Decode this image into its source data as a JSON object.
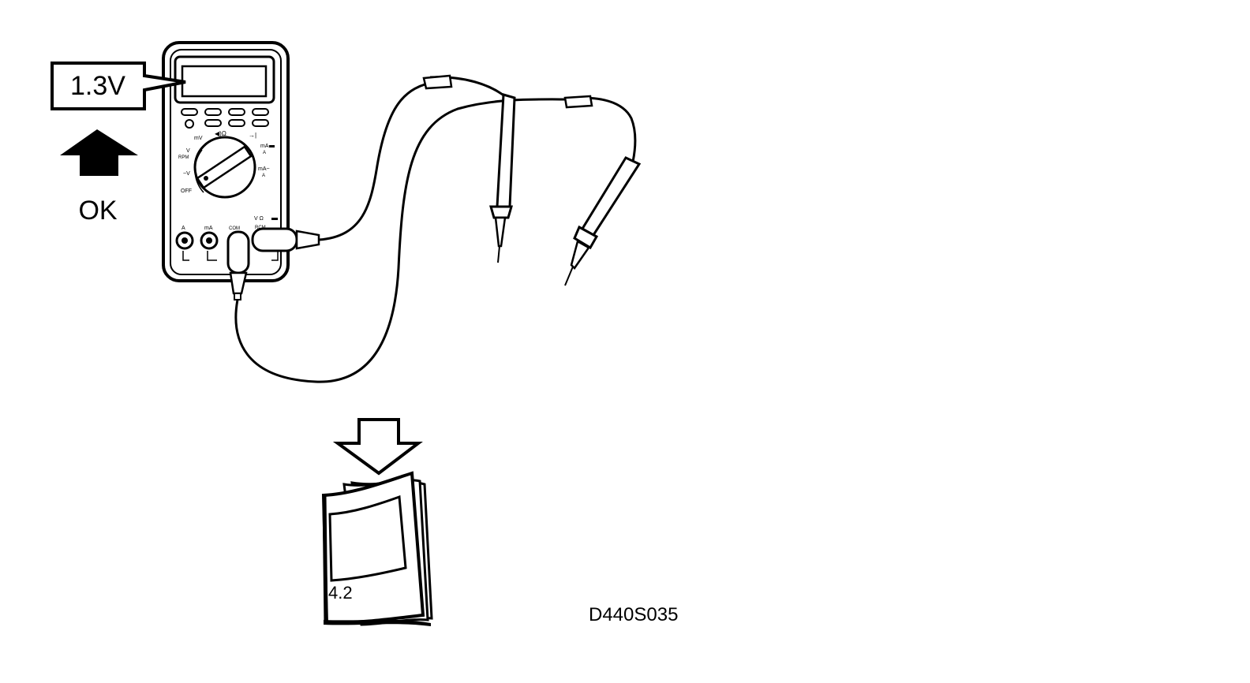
{
  "reading_callout": {
    "value": "1.3V"
  },
  "status": {
    "label": "OK"
  },
  "book": {
    "section": "4.2"
  },
  "figure_code": "D440S035",
  "meter": {
    "dial_labels": {
      "mv": "mV",
      "ohm": "◀)Ω",
      "diode": "→|",
      "ma_left": "mA",
      "ma_left_sub": "A",
      "v_rpm": "V",
      "rpm": "RPM",
      "ac_v": "~V",
      "ma_right": "mA~",
      "ma_right_sub": "A",
      "off": "OFF"
    },
    "jack_labels": {
      "a": "A",
      "ma": "mA",
      "com": "COM",
      "v_ohm": "V Ω",
      "rpm": "RCM"
    }
  },
  "colors": {
    "ink": "#000000",
    "paper": "#ffffff",
    "screen": "#ffffff"
  }
}
